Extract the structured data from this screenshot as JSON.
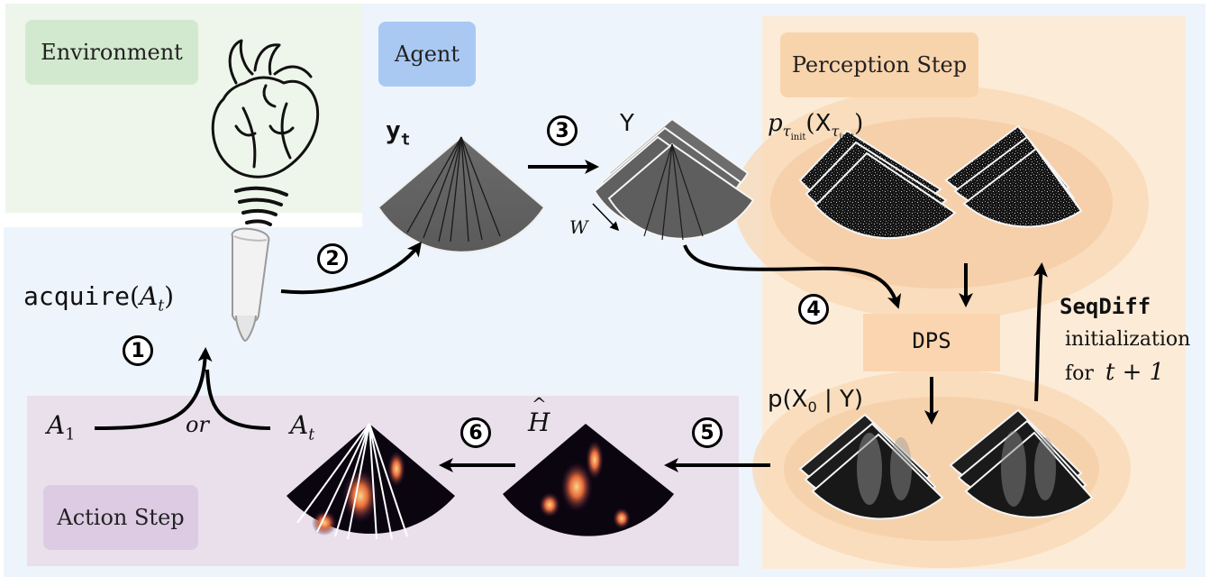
{
  "regions": {
    "environment": "Environment",
    "agent": "Agent",
    "perception": "Perception Step",
    "action": "Action Step"
  },
  "steps": [
    "1",
    "2",
    "3",
    "4",
    "5",
    "6"
  ],
  "labels": {
    "acquire_fn": "acquire",
    "acquire_arg": "A",
    "acquire_sub": "t",
    "a1": "A",
    "a1_sub": "1",
    "or": "or",
    "at": "A",
    "at_sub": "t",
    "yt": "y",
    "yt_sub": "t",
    "Y": "Y",
    "W": "W",
    "p_init": "p",
    "p_init_arg": "X",
    "p0": "p(X",
    "p0_sub": "0",
    "p0_tail": "| Y)",
    "dps": "DPS",
    "seqdiff": "SeqDiff",
    "init_text": "initialization",
    "for_text": "for",
    "t_plus_1": "t + 1",
    "h_hat": "H"
  },
  "colors": {
    "environment_bg": "#eef5ea",
    "environment_tag": "#d3e9cf",
    "agent_bg": "#eef4fb",
    "agent_tag": "#a9c9f3",
    "perception_bg": "#fcebd7",
    "perception_tag": "#f8d4ad",
    "action_bg": "#e9e0ec",
    "action_tag": "#ddcbe3",
    "dps_box": "#fbd5b0"
  },
  "icons": [
    "heart-icon",
    "ultrasound-probe-icon",
    "signal-waves-icon"
  ]
}
